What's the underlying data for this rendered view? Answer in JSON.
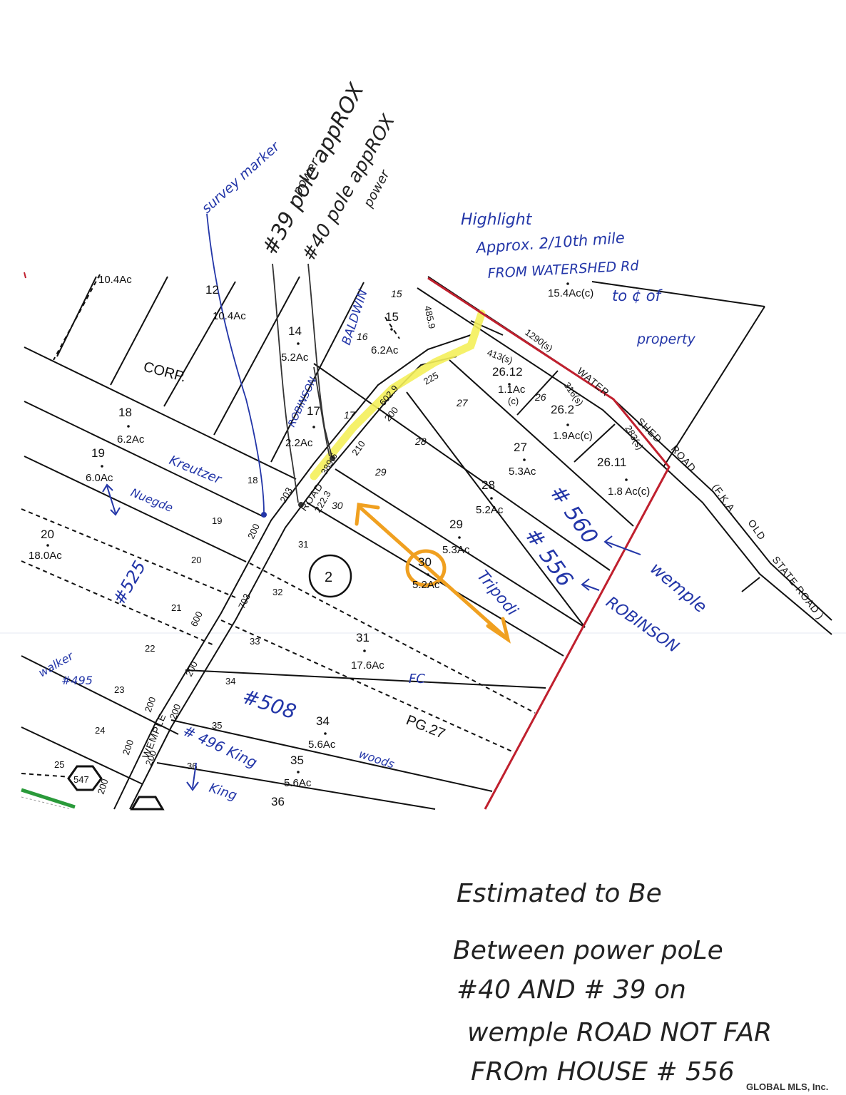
{
  "lots": [
    {
      "id": "lot-10",
      "num": "",
      "acres": "10.4Ac"
    },
    {
      "id": "lot-12",
      "num": "12",
      "acres": "10.4Ac"
    },
    {
      "id": "lot-14",
      "num": "14",
      "acres": "5.2Ac"
    },
    {
      "id": "lot-15",
      "num": "15",
      "acres": "6.2Ac"
    },
    {
      "id": "lot-15-4",
      "num": "",
      "acres": "15.4Ac(c)"
    },
    {
      "id": "lot-26-12",
      "num": "26.12",
      "acres": "1.1Ac"
    },
    {
      "id": "lot-26-2",
      "num": "26.2",
      "acres": "1.9Ac(c)"
    },
    {
      "id": "lot-26-11",
      "num": "26.11",
      "acres": "1.8 Ac(c)"
    },
    {
      "id": "lot-27",
      "num": "27",
      "acres": "5.3Ac"
    },
    {
      "id": "lot-28",
      "num": "28",
      "acres": "5.2Ac"
    },
    {
      "id": "lot-29",
      "num": "29",
      "acres": "5.3Ac"
    },
    {
      "id": "lot-30",
      "num": "30",
      "acres": "5.2Ac"
    },
    {
      "id": "lot-31",
      "num": "31",
      "acres": "17.6Ac"
    },
    {
      "id": "lot-34",
      "num": "34",
      "acres": "5.6Ac"
    },
    {
      "id": "lot-35",
      "num": "35",
      "acres": "5.6Ac"
    },
    {
      "id": "lot-36",
      "num": "36",
      "acres": ""
    },
    {
      "id": "lot-17",
      "num": "17",
      "acres": "2.2Ac"
    },
    {
      "id": "lot-18",
      "num": "18",
      "acres": "6.2Ac"
    },
    {
      "id": "lot-19",
      "num": "19",
      "acres": "6.0Ac"
    },
    {
      "id": "lot-20",
      "num": "20",
      "acres": "18.0Ac"
    }
  ],
  "labels": {
    "corp": "CORP.",
    "section": "2",
    "page": "PG.27",
    "c_small": "(c)",
    "wemple_road": [
      "WEMPLE",
      "ROAD"
    ],
    "water_shed_road": [
      "WATER",
      "SHED",
      "ROAD",
      "(F.K.A.",
      "OLD",
      "STATE ROAD )"
    ],
    "route_shield_1": "547",
    "credit": "GLOBAL MLS, Inc."
  },
  "dimensions": [
    "485.9",
    "1290(s)",
    "413(s)",
    "316(s)",
    "283(s)",
    "602.9",
    "225",
    "200",
    "210",
    "389.6",
    "222.3",
    "203",
    "200",
    "703",
    "600",
    "200",
    "200",
    "200",
    "200",
    "200",
    "200"
  ],
  "small_lot_numbers": [
    "15",
    "16",
    "17",
    "18",
    "19",
    "20",
    "21",
    "22",
    "23",
    "24",
    "25",
    "26",
    "27",
    "28",
    "29",
    "30",
    "31",
    "32",
    "33",
    "34",
    "35",
    "36"
  ],
  "handwriting": {
    "survey_marker": "survey marker",
    "pole39": "#39 pole appROX",
    "pole39_power": "power",
    "pole40": "#40 pole appROX",
    "pole40_power": "power",
    "baldwin": "BALDWIN",
    "robinson_road": "ROBINSON",
    "highlight_1": "Highlight",
    "highlight_2": "Approx. 2/10th mile",
    "highlight_3": "FROM WATERSHED Rd",
    "highlight_4": "to ¢ of",
    "highlight_5": "property",
    "kreutzer": "Kreutzer",
    "nuegde": "Nuegde",
    "no525": "#525",
    "walker": "walker",
    "no495": "#495",
    "no508": "#508",
    "no496_king": "# 496 King",
    "king": "King",
    "woods": "woods",
    "fc": "FC",
    "tripodi": "Tripodi",
    "no560": "# 560",
    "no556": "# 556",
    "wemple": "wemple",
    "robinson": "ROBINSON"
  },
  "note_lines": [
    "Estimated to Be",
    "Between power poLe",
    "#40 AND # 39 on",
    "wemple ROAD NOT FAR",
    "FROm HOUSE # 556"
  ],
  "colors": {
    "property_line": "#c0202e",
    "highlight_yellow": "#f4f05a",
    "arrow_orange": "#f0a020",
    "ink_blue": "#2336a8",
    "shield_green": "#2a9a3a"
  }
}
